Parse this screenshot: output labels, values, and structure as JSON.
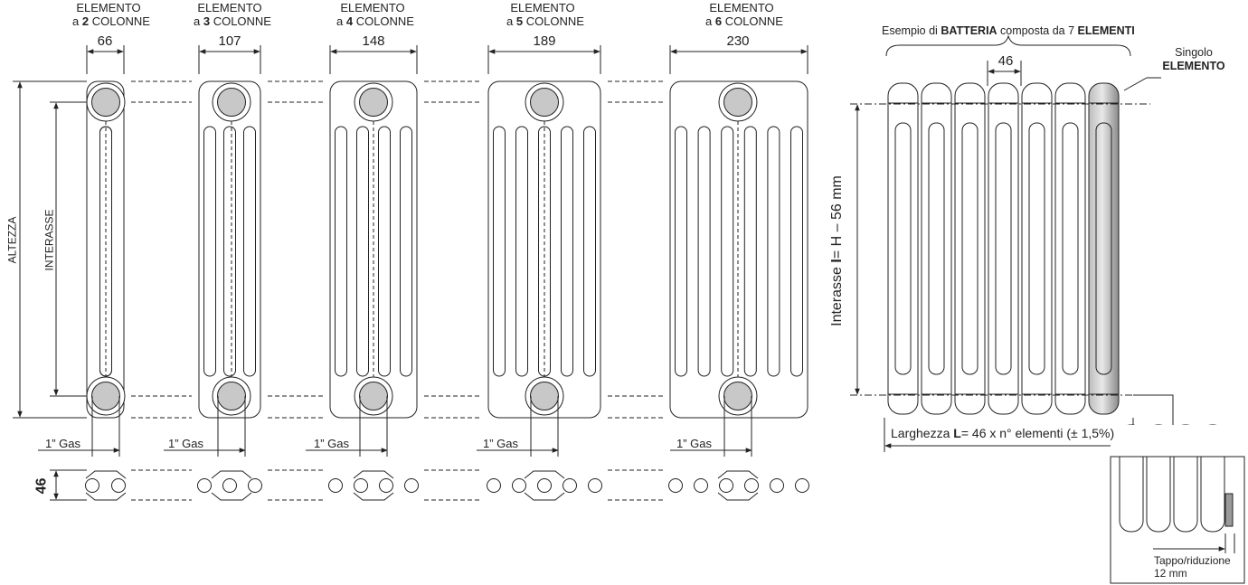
{
  "elements": [
    {
      "line1": "ELEMENTO",
      "line2_pre": "a ",
      "line2_bold": "2",
      "line2_post": " COLONNE",
      "width": "66",
      "columns": 2
    },
    {
      "line1": "ELEMENTO",
      "line2_pre": "a ",
      "line2_bold": "3",
      "line2_post": " COLONNE",
      "width": "107",
      "columns": 3
    },
    {
      "line1": "ELEMENTO",
      "line2_pre": "a ",
      "line2_bold": "4",
      "line2_post": " COLONNE",
      "width": "148",
      "columns": 4
    },
    {
      "line1": "ELEMENTO",
      "line2_pre": "a ",
      "line2_bold": "5",
      "line2_post": " COLONNE",
      "width": "189",
      "columns": 5
    },
    {
      "line1": "ELEMENTO",
      "line2_pre": "a ",
      "line2_bold": "6",
      "line2_post": " COLONNE",
      "width": "230",
      "columns": 6
    }
  ],
  "gas_label": "1” Gas",
  "labels": {
    "altezza": "ALTEZZA",
    "interasse": "INTERASSE",
    "depth": "46"
  },
  "battery": {
    "title_pre": "Esempio di ",
    "title_bold1": "BATTERIA",
    "title_mid": " composta da 7 ",
    "title_bold2": "ELEMENTI",
    "pitch": "46",
    "single_line1": "Singolo",
    "single_line2": "ELEMENTO",
    "interasse_pre": "Interasse ",
    "interasse_bold": "I",
    "interasse_post": "= H – 56 mm",
    "width_pre": "Larghezza ",
    "width_bold": "L",
    "width_post": "= 46 x n° elementi (± 1,5%)",
    "cap_line1": "Tappo/riduzione",
    "cap_line2": "12 mm"
  },
  "colors": {
    "line": "#222222",
    "hub_fill": "#c8c8c8",
    "shade": "#9a9a9a"
  }
}
